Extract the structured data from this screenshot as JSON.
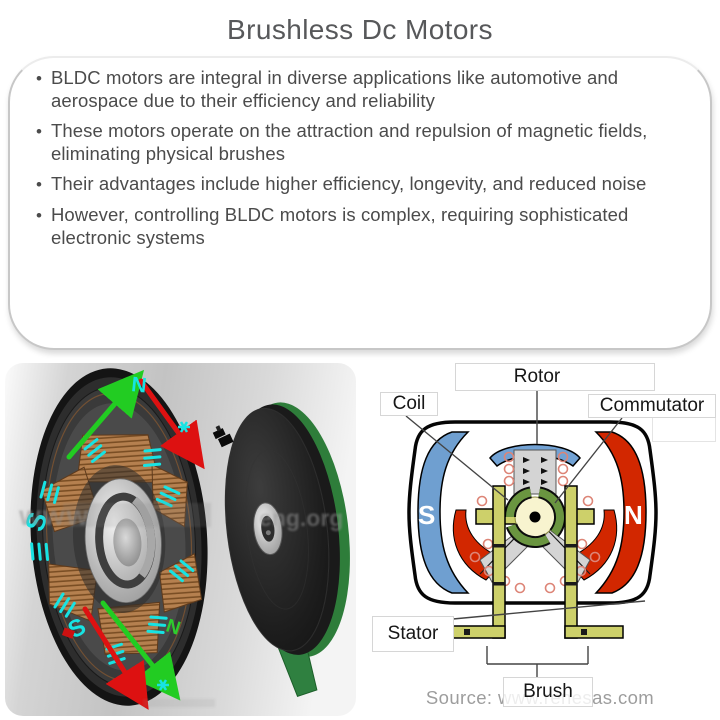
{
  "title": "Brushless Dc Motors",
  "bullet_marker": "•",
  "bullets": [
    {
      "text": "BLDC motors are integral in diverse applications like automotive and\naerospace due to their efficiency and reliability"
    },
    {
      "text": "These motors operate on the attraction and repulsion of magnetic fields,\neliminating physical brushes"
    },
    {
      "text": "Their advantages include higher efficiency, longevity, and reduced noise"
    },
    {
      "text": "However, controlling BLDC motors is complex, requiring sophisticated\nelectronic systems"
    }
  ],
  "left_figure": {
    "annotations": {
      "top_pole": "N",
      "left_pole": "S",
      "bottom_left_pole": "S",
      "bottom_right_pole": "N"
    },
    "watermark_left": "www",
    "watermark_right": "eng.org"
  },
  "right_diagram": {
    "labels": {
      "rotor": "Rotor",
      "coil": "Coil",
      "commutator": "Commutator",
      "stator": "Stator",
      "brush": "Brush",
      "south": "S",
      "north": "N"
    },
    "source": "Source: www.renesas.com"
  },
  "colors": {
    "title_text": "#57585a",
    "body_text": "#4b4b4b",
    "box_border": "#c7c7c7",
    "magnet_south_blue": "#6f9fd0",
    "magnet_north_red": "#d22700",
    "brush_olive": "#cdd06a",
    "commutator_green": "#6a9540",
    "commutator_core": "#f8f4cf",
    "coil_copper": "#b5804f",
    "annotation_cyan": "#17e3e3",
    "annotation_green": "#22cc22",
    "annotation_red": "#dd1111",
    "source_text": "#9d9d9d"
  }
}
